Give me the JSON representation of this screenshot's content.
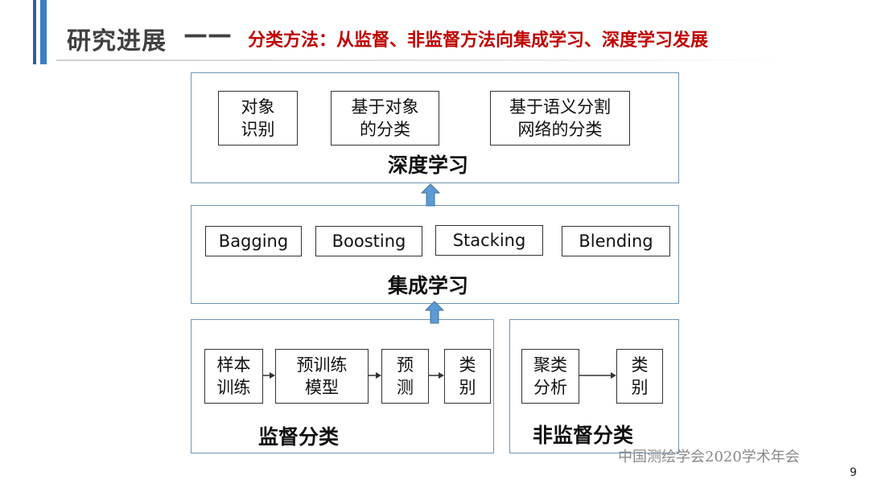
{
  "header": {
    "title_main": "研究进展",
    "title_dash": "——",
    "title_sub": "分类方法：从监督、非监督方法向集成学习、深度学习发展"
  },
  "deep_learning": {
    "label": "深度学习",
    "boxes": [
      "对象\n识别",
      "基于对象\n的分类",
      "基于语义分割\n网络的分类"
    ]
  },
  "ensemble": {
    "label": "集成学习",
    "boxes": [
      "Bagging",
      "Boosting",
      "Stacking",
      "Blending"
    ]
  },
  "supervised": {
    "label": "监督分类",
    "boxes": [
      "样本\n训练",
      "预训练\n模型",
      "预\n测",
      "类\n别"
    ]
  },
  "unsupervised": {
    "label": "非监督分类",
    "boxes": [
      "聚类\n分析",
      "类\n别"
    ]
  },
  "footer": {
    "conference": "中国测绘学会2020学术年会",
    "page_number": "9"
  },
  "colors": {
    "accent_bar": "#3c7dc4",
    "subtitle_red": "#c00000",
    "panel_border": "#6f95b8",
    "arrow_fill": "#5b9bd5"
  }
}
